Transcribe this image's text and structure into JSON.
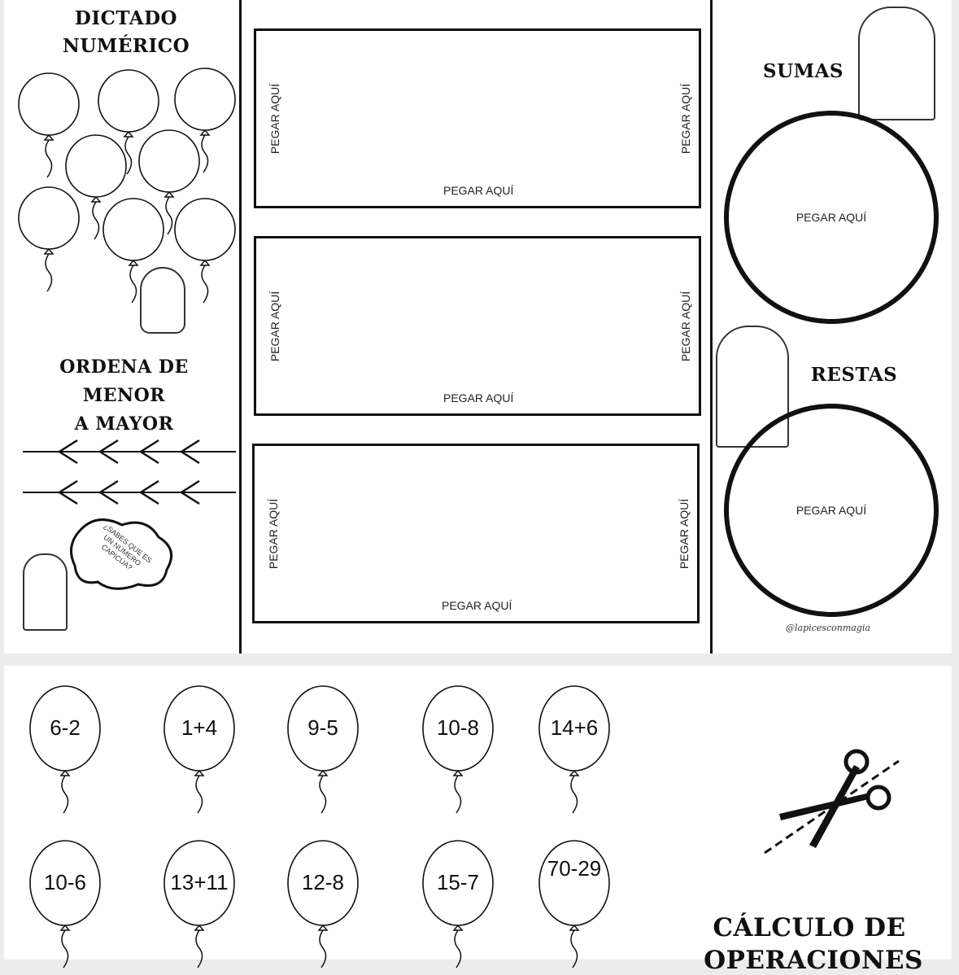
{
  "left": {
    "title1": "DICTADO",
    "title2": "NUMÉRICO",
    "order_title1": "ORDENA DE MENOR",
    "order_title2": "A MAYOR",
    "bubble": "¿SABES QUE ES UN NÚMERO CAPICÚA?"
  },
  "center": {
    "paste_label": "PEGAR AQUÍ"
  },
  "right": {
    "sumas": "SUMAS",
    "restas": "RESTAS",
    "paste_label": "PEGAR AQUÍ",
    "watermark": "@lapicesconmagia"
  },
  "bottom": {
    "balloons": [
      "6-2",
      "1+4",
      "9-5",
      "10-8",
      "14+6",
      "10-6",
      "13+11",
      "12-8",
      "15-7",
      "70-29"
    ],
    "title1": "CÁLCULO DE",
    "title2": "OPERACIONES"
  }
}
